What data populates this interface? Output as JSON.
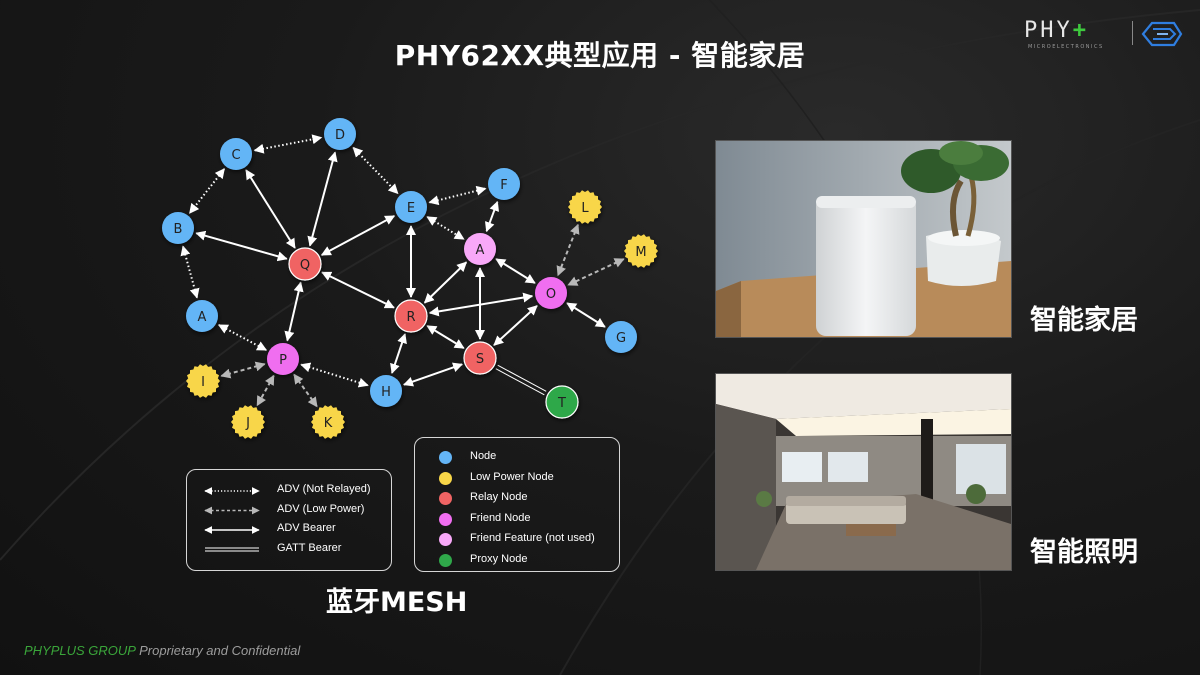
{
  "slide": {
    "title": "PHY62XX典型应用 - 智能家居",
    "logo_text": "PHY",
    "logo_plus": "+",
    "logo_sub": "MICROELECTRONICS"
  },
  "mesh": {
    "label": "蓝牙MESH",
    "nodes": [
      {
        "id": "C",
        "type": "node"
      },
      {
        "id": "D",
        "type": "node"
      },
      {
        "id": "E",
        "type": "node"
      },
      {
        "id": "F",
        "type": "node"
      },
      {
        "id": "B",
        "type": "node"
      },
      {
        "id": "A",
        "type": "node"
      },
      {
        "id": "G",
        "type": "node"
      },
      {
        "id": "H",
        "type": "node"
      },
      {
        "id": "L",
        "type": "low_power"
      },
      {
        "id": "M",
        "type": "low_power"
      },
      {
        "id": "I",
        "type": "low_power"
      },
      {
        "id": "J",
        "type": "low_power"
      },
      {
        "id": "K",
        "type": "low_power"
      },
      {
        "id": "Q",
        "type": "relay"
      },
      {
        "id": "R",
        "type": "relay"
      },
      {
        "id": "S",
        "type": "relay"
      },
      {
        "id": "A",
        "type": "friend_feature"
      },
      {
        "id": "O",
        "type": "friend"
      },
      {
        "id": "P",
        "type": "friend"
      },
      {
        "id": "T",
        "type": "proxy"
      }
    ]
  },
  "legend_nodes": {
    "items": [
      {
        "label": "Node",
        "color": "#64b5f6"
      },
      {
        "label": "Low Power Node",
        "color": "#f8d648"
      },
      {
        "label": "Relay Node",
        "color": "#f06464"
      },
      {
        "label": "Friend Node",
        "color": "#f06ef0"
      },
      {
        "label": "Friend Feature (not used)",
        "color": "#f8a8f8"
      },
      {
        "label": "Proxy Node",
        "color": "#2fa84a"
      }
    ]
  },
  "legend_links": {
    "items": [
      {
        "label": "ADV (Not Relayed)",
        "style": "dotted"
      },
      {
        "label": "ADV (Low Power)",
        "style": "dashed"
      },
      {
        "label": "ADV Bearer",
        "style": "solid"
      },
      {
        "label": "GATT Bearer",
        "style": "double"
      }
    ]
  },
  "photos": {
    "home_caption": "智能家居",
    "light_caption": "智能照明"
  },
  "footer": {
    "brand": "PHYPLUS GROUP",
    "rest": " Proprietary and Confidential"
  },
  "colors": {
    "node": "#64b5f6",
    "low_power": "#f8d648",
    "relay": "#f06464",
    "friend": "#f06ef0",
    "friend_feature": "#f8a8f8",
    "proxy": "#2fa84a",
    "brand_green": "#3aa53a"
  }
}
